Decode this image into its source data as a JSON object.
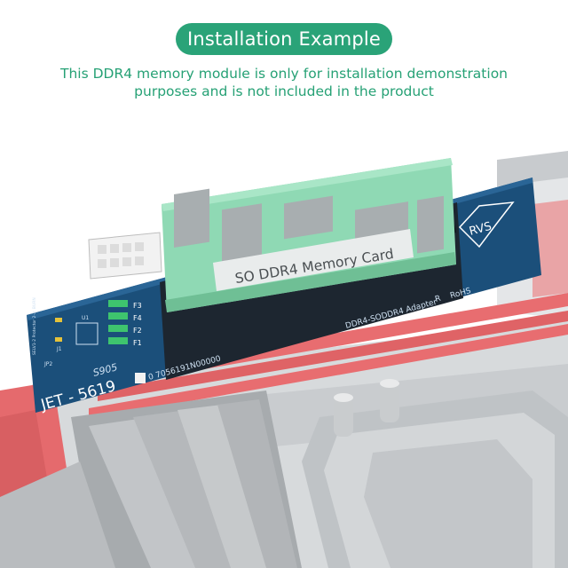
{
  "header": {
    "title": "Installation Example",
    "subtitle_line1": "This DDR4 memory module is only for installation demonstration",
    "subtitle_line2": "purposes and is not included in the product"
  },
  "memory_card": {
    "label": "SO DDR4 Memory Card"
  },
  "adapter_board": {
    "model": "JET - 5619",
    "batch": "S905",
    "serial": "0 7056191N00000",
    "product_line": "DDR4-SODDR4  Adapter",
    "r_mark": "R",
    "rohs": "RoHS",
    "brand": "RVS",
    "fuses": [
      "F3",
      "F4",
      "F2",
      "F1"
    ],
    "u1_label": "U1",
    "j1_label": "J1",
    "jp2_label": "JP2",
    "protector_label": "SELV1-2 Protector 2-3: BURN"
  },
  "colors": {
    "accent_green": "#2aa378",
    "board_blue": "#1b4f7a",
    "module_green": "#8fd9b4",
    "dimm_red": "#e2696d",
    "motherboard_gray": "#d4d7d9"
  }
}
